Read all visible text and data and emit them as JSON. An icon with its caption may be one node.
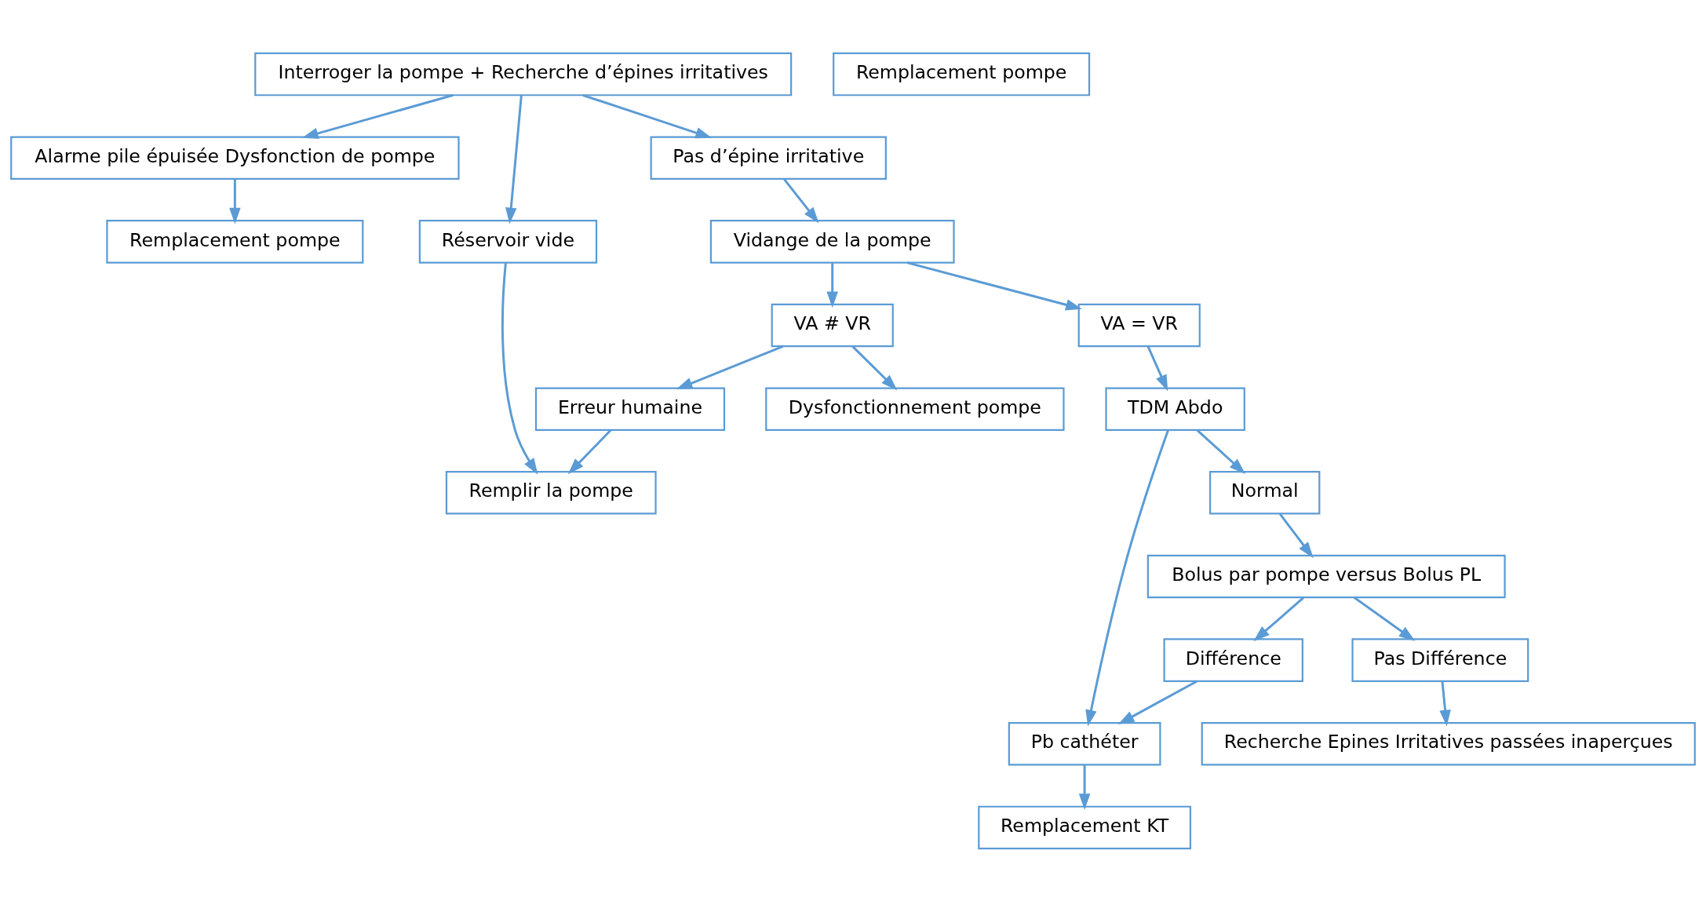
{
  "diagram": {
    "nodes": [
      {
        "text": [
          "Remplacement pompe"
        ]
      },
      {
        "text": [
          "Alarme pile épuisée Dysfonction de pompe"
        ]
      },
      {
        "text": [
          "Interroger la pompe + Recherche d’épines irritatives"
        ]
      },
      {
        "text": [
          "Réservoir vide"
        ]
      },
      {
        "text": [
          "Pas d’épine irritative"
        ]
      },
      {
        "text": [
          "Remplir la pompe"
        ]
      },
      {
        "text": [
          "Vidange de la pompe"
        ]
      },
      {
        "text": [
          "Erreur humaine"
        ]
      },
      {
        "text": [
          "VA = VR"
        ]
      },
      {
        "text": [
          "VA # VR"
        ]
      },
      {
        "text": [
          "Remplacement KT"
        ]
      },
      {
        "text": [
          "Pb cathéter"
        ]
      },
      {
        "text": [
          "TDM Abdo"
        ]
      },
      {
        "text": [
          "Dysfonctionnement pompe"
        ]
      },
      {
        "text": [
          "Remplacement pompe"
        ]
      },
      {
        "text": [
          "Normal"
        ]
      },
      {
        "text": [
          "Différence"
        ]
      },
      {
        "text": [
          "Bolus par pompe versus Bolus PL"
        ]
      },
      {
        "text": [
          "Pas Différence"
        ]
      },
      {
        "text": [
          "Recherche Epines Irritatives passées inaperçues"
        ]
      }
    ],
    "edges": [
      {
        "from": 2,
        "to": 1,
        "arrow": "to"
      },
      {
        "from": 1,
        "to": 0,
        "arrow": "to"
      },
      {
        "from": 2,
        "to": 3,
        "arrow": "to"
      },
      {
        "from": 3,
        "to": 5,
        "arrow": "to"
      },
      {
        "from": 2,
        "to": 4,
        "arrow": "to"
      },
      {
        "from": 4,
        "to": 6,
        "arrow": "to"
      },
      {
        "from": 7,
        "to": 5,
        "arrow": "to"
      },
      {
        "from": 6,
        "to": 8,
        "arrow": "to"
      },
      {
        "from": 6,
        "to": 9,
        "arrow": "to"
      },
      {
        "from": 9,
        "to": 7,
        "arrow": "to"
      },
      {
        "from": 9,
        "to": 13,
        "arrow": "to"
      },
      {
        "from": 8,
        "to": 12,
        "arrow": "to"
      },
      {
        "from": 12,
        "to": 11,
        "arrow": "to"
      },
      {
        "from": 11,
        "to": 10,
        "arrow": "to"
      },
      {
        "from": 12,
        "to": 15,
        "arrow": "to"
      },
      {
        "from": 15,
        "to": 17,
        "arrow": "to"
      },
      {
        "from": 17,
        "to": 16,
        "arrow": "to"
      },
      {
        "from": 16,
        "to": 11,
        "arrow": "to"
      },
      {
        "from": 17,
        "to": 18,
        "arrow": "to"
      },
      {
        "from": 18,
        "to": 19,
        "arrow": "to"
      }
    ]
  }
}
